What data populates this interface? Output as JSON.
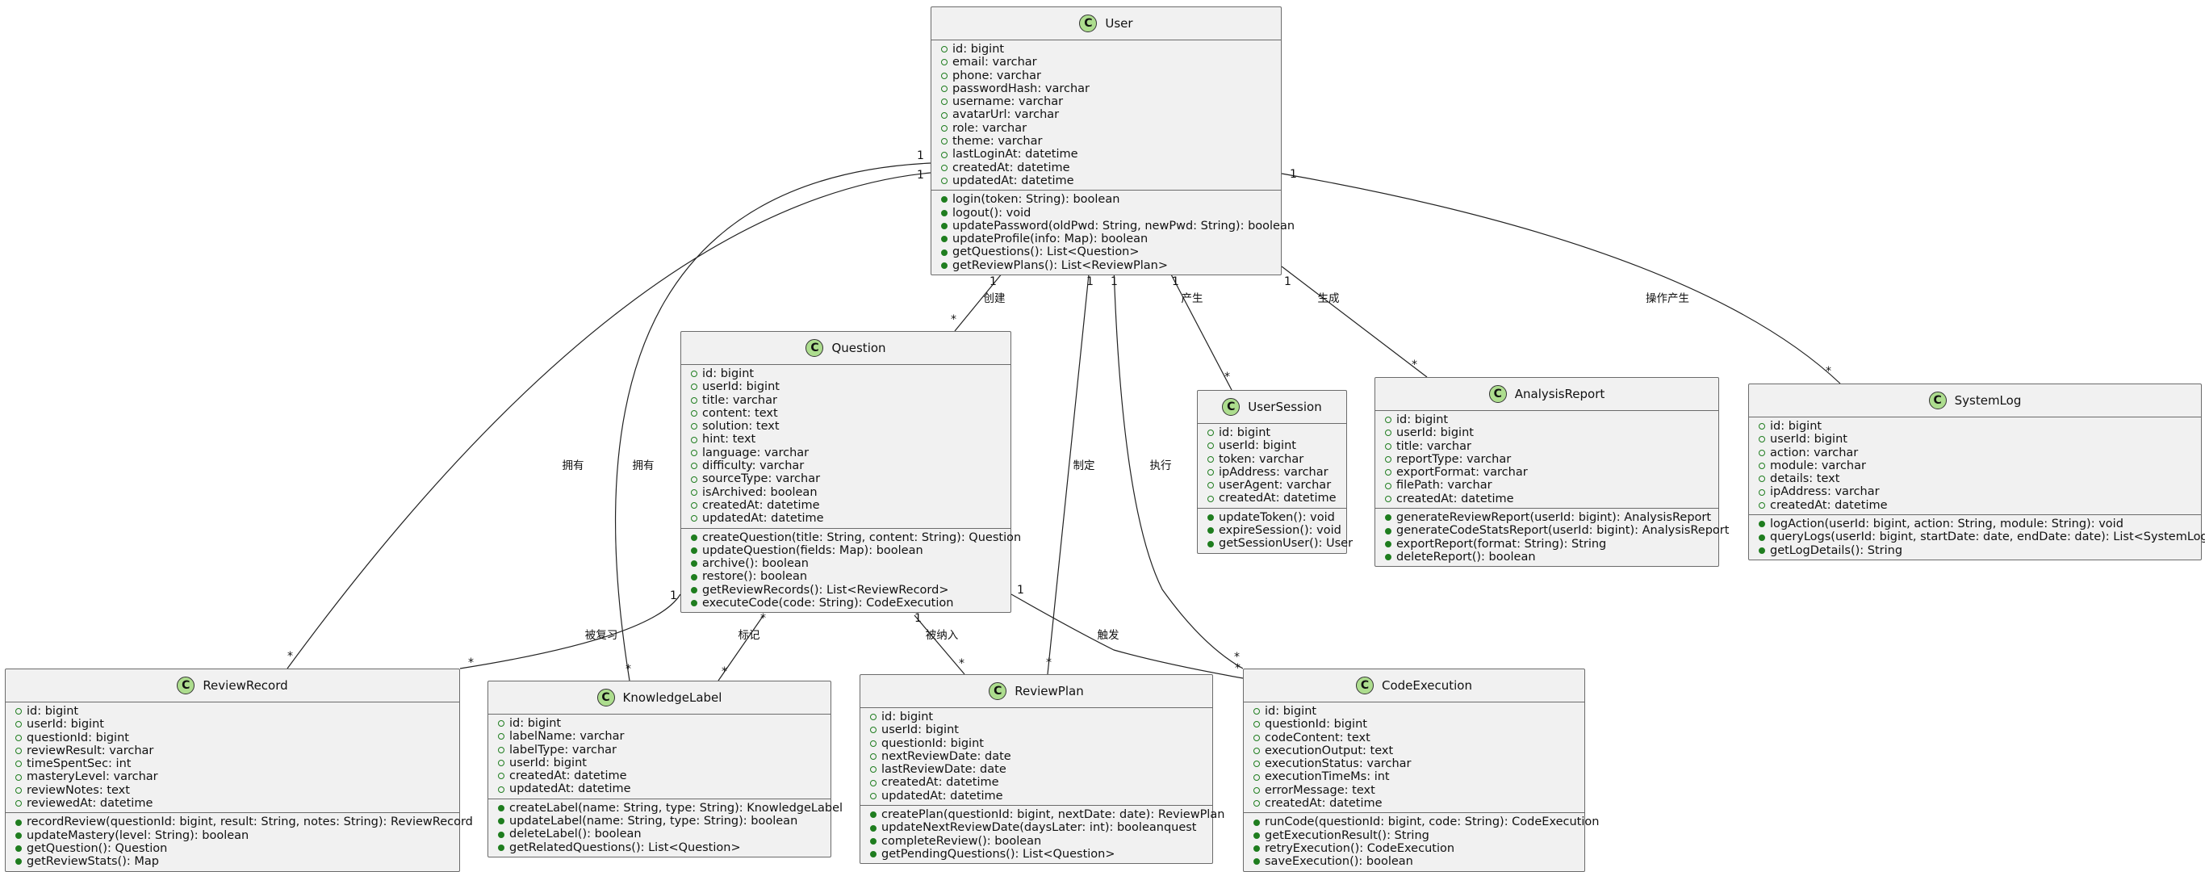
{
  "classes": [
    {
      "key": "user",
      "name": "User",
      "attrs": [
        "id: bigint",
        "email: varchar",
        "phone: varchar",
        "passwordHash: varchar",
        "username: varchar",
        "avatarUrl: varchar",
        "role: varchar",
        "theme: varchar",
        "lastLoginAt: datetime",
        "createdAt: datetime",
        "updatedAt: datetime"
      ],
      "ops": [
        "login(token: String): boolean",
        "logout(): void",
        "updatePassword(oldPwd: String, newPwd: String): boolean",
        "updateProfile(info: Map): boolean",
        "getQuestions(): List<Question>",
        "getReviewPlans(): List<ReviewPlan>"
      ]
    },
    {
      "key": "question",
      "name": "Question",
      "attrs": [
        "id: bigint",
        "userId: bigint",
        "title: varchar",
        "content: text",
        "solution: text",
        "hint: text",
        "language: varchar",
        "difficulty: varchar",
        "sourceType: varchar",
        "isArchived: boolean",
        "createdAt: datetime",
        "updatedAt: datetime"
      ],
      "ops": [
        "createQuestion(title: String, content: String): Question",
        "updateQuestion(fields: Map): boolean",
        "archive(): boolean",
        "restore(): boolean",
        "getReviewRecords(): List<ReviewRecord>",
        "executeCode(code: String): CodeExecution"
      ]
    },
    {
      "key": "usersession",
      "name": "UserSession",
      "attrs": [
        "id: bigint",
        "userId: bigint",
        "token: varchar",
        "ipAddress: varchar",
        "userAgent: varchar",
        "createdAt: datetime"
      ],
      "ops": [
        "updateToken(): void",
        "expireSession(): void",
        "getSessionUser(): User"
      ]
    },
    {
      "key": "analysisreport",
      "name": "AnalysisReport",
      "attrs": [
        "id: bigint",
        "userId: bigint",
        "title: varchar",
        "reportType: varchar",
        "exportFormat: varchar",
        "filePath: varchar",
        "createdAt: datetime"
      ],
      "ops": [
        "generateReviewReport(userId: bigint): AnalysisReport",
        "generateCodeStatsReport(userId: bigint): AnalysisReport",
        "exportReport(format: String): String",
        "deleteReport(): boolean"
      ]
    },
    {
      "key": "systemlog",
      "name": "SystemLog",
      "attrs": [
        "id: bigint",
        "userId: bigint",
        "action: varchar",
        "module: varchar",
        "details: text",
        "ipAddress: varchar",
        "createdAt: datetime"
      ],
      "ops": [
        "logAction(userId: bigint, action: String, module: String): void",
        "queryLogs(userId: bigint, startDate: date, endDate: date): List<SystemLog>",
        "getLogDetails(): String"
      ]
    },
    {
      "key": "reviewrecord",
      "name": "ReviewRecord",
      "attrs": [
        "id: bigint",
        "userId: bigint",
        "questionId: bigint",
        "reviewResult: varchar",
        "timeSpentSec: int",
        "masteryLevel: varchar",
        "reviewNotes: text",
        "reviewedAt: datetime"
      ],
      "ops": [
        "recordReview(questionId: bigint, result: String, notes: String): ReviewRecord",
        "updateMastery(level: String): boolean",
        "getQuestion(): Question",
        "getReviewStats(): Map"
      ]
    },
    {
      "key": "knowledgelabel",
      "name": "KnowledgeLabel",
      "attrs": [
        "id: bigint",
        "labelName: varchar",
        "labelType: varchar",
        "userId: bigint",
        "createdAt: datetime",
        "updatedAt: datetime"
      ],
      "ops": [
        "createLabel(name: String, type: String): KnowledgeLabel",
        "updateLabel(name: String, type: String): boolean",
        "deleteLabel(): boolean",
        "getRelatedQuestions(): List<Question>"
      ]
    },
    {
      "key": "reviewplan",
      "name": "ReviewPlan",
      "attrs": [
        "id: bigint",
        "userId: bigint",
        "questionId: bigint",
        "nextReviewDate: date",
        "lastReviewDate: date",
        "createdAt: datetime",
        "updatedAt: datetime"
      ],
      "ops": [
        "createPlan(questionId: bigint, nextDate: date): ReviewPlan",
        "updateNextReviewDate(daysLater: int): booleanquest",
        "completeReview(): boolean",
        "getPendingQuestions(): List<Question>"
      ]
    },
    {
      "key": "codeexecution",
      "name": "CodeExecution",
      "attrs": [
        "id: bigint",
        "questionId: bigint",
        "codeContent: text",
        "executionOutput: text",
        "executionStatus: varchar",
        "executionTimeMs: int",
        "errorMessage: text",
        "createdAt: datetime"
      ],
      "ops": [
        "runCode(questionId: bigint, code: String): CodeExecution",
        "getExecutionResult(): String",
        "retryExecution(): CodeExecution",
        "saveExecution(): boolean"
      ]
    }
  ],
  "relations": [
    {
      "from": "user",
      "to": "question",
      "label": "创建",
      "from_mult": "1",
      "to_mult": "*"
    },
    {
      "from": "user",
      "to": "usersession",
      "label": "产生",
      "from_mult": "1",
      "to_mult": "*"
    },
    {
      "from": "user",
      "to": "analysisreport",
      "label": "生成",
      "from_mult": "1",
      "to_mult": "*"
    },
    {
      "from": "user",
      "to": "systemlog",
      "label": "操作产生",
      "from_mult": "1",
      "to_mult": "*"
    },
    {
      "from": "user",
      "to": "reviewrecord",
      "label": "拥有",
      "from_mult": "1",
      "to_mult": "*"
    },
    {
      "from": "user",
      "to": "knowledgelabel",
      "label": "拥有",
      "from_mult": "1",
      "to_mult": "*"
    },
    {
      "from": "user",
      "to": "reviewplan",
      "label": "制定",
      "from_mult": "1",
      "to_mult": "*"
    },
    {
      "from": "user",
      "to": "codeexecution",
      "label": "执行",
      "from_mult": "1",
      "to_mult": "*"
    },
    {
      "from": "question",
      "to": "reviewrecord",
      "label": "被复习",
      "from_mult": "1",
      "to_mult": "*"
    },
    {
      "from": "question",
      "to": "knowledgelabel",
      "label": "标记",
      "from_mult": "*",
      "to_mult": "*"
    },
    {
      "from": "question",
      "to": "reviewplan",
      "label": "被纳入",
      "from_mult": "1",
      "to_mult": "*"
    },
    {
      "from": "question",
      "to": "codeexecution",
      "label": "触发",
      "from_mult": "1",
      "to_mult": "*"
    }
  ]
}
